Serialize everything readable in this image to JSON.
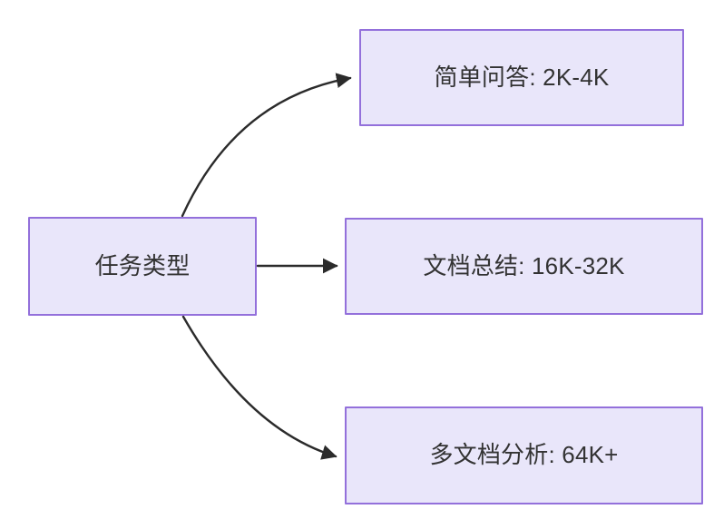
{
  "diagram": {
    "type": "flowchart",
    "direction": "left-to-right",
    "background_color": "#ffffff",
    "node_fill_color": "#e9e6fa",
    "node_border_color": "#9370db",
    "node_text_color": "#333333",
    "edge_color": "#2b2b2b",
    "root": {
      "id": "task-type",
      "label": "任务类型"
    },
    "branches": [
      {
        "id": "simple-qa",
        "label": "简单问答: 2K-4K",
        "edge_style": "curved-up",
        "arrowhead": "filled-triangle"
      },
      {
        "id": "doc-summary",
        "label": "文档总结: 16K-32K",
        "edge_style": "straight",
        "arrowhead": "filled-triangle"
      },
      {
        "id": "multi-doc-analysis",
        "label": "多文档分析: 64K+",
        "edge_style": "curved-down",
        "arrowhead": "filled-triangle"
      }
    ]
  }
}
